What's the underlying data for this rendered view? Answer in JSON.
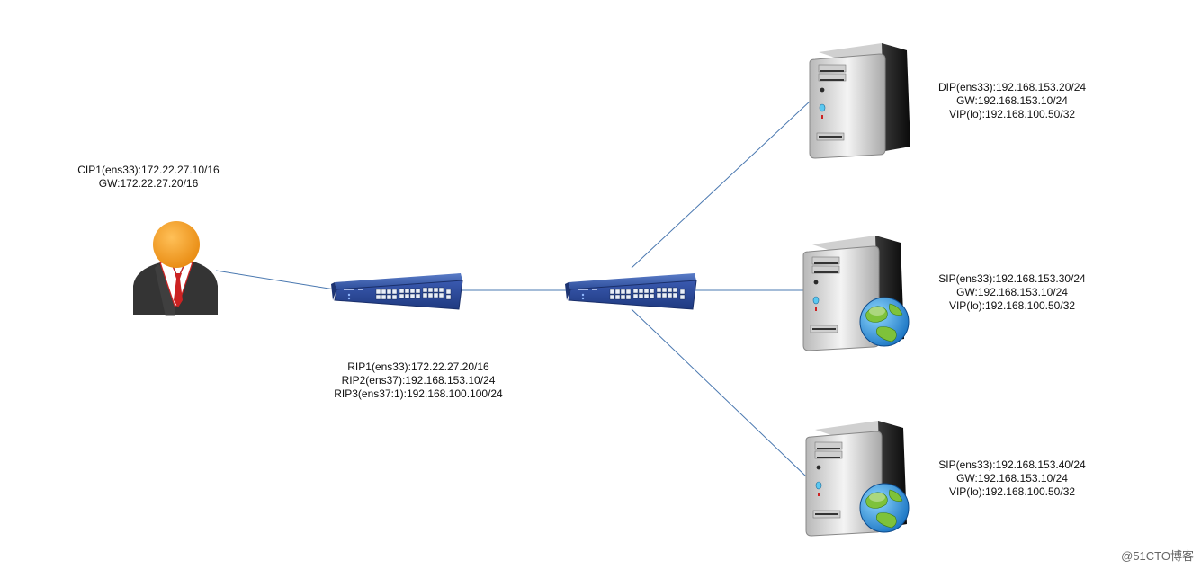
{
  "client": {
    "lines": [
      "CIP1(ens33):172.22.27.10/16",
      "GW:172.22.27.20/16"
    ]
  },
  "router": {
    "lines": [
      "RIP1(ens33):172.22.27.20/16",
      "RIP2(ens37):192.168.153.10/24",
      "RIP3(ens37:1):192.168.100.100/24"
    ]
  },
  "director": {
    "lines": [
      "DIP(ens33):192.168.153.20/24",
      "GW:192.168.153.10/24",
      "VIP(lo):192.168.100.50/32"
    ]
  },
  "real_server_1": {
    "lines": [
      "SIP(ens33):192.168.153.30/24",
      "GW:192.168.153.10/24",
      "VIP(lo):192.168.100.50/32"
    ]
  },
  "real_server_2": {
    "lines": [
      "SIP(ens33):192.168.153.40/24",
      "GW:192.168.153.10/24",
      "VIP(lo):192.168.100.50/32"
    ]
  },
  "icons": {
    "client": "user-icon",
    "switch": "network-switch-icon",
    "server": "server-tower-icon",
    "globe": "globe-icon"
  },
  "colors": {
    "link": "#4a78b0",
    "switch_body": "#2e4e9a",
    "person_head": "#f29a1c",
    "person_suit": "#333333",
    "tie": "#cc2222"
  },
  "watermark": "@51CTO博客"
}
